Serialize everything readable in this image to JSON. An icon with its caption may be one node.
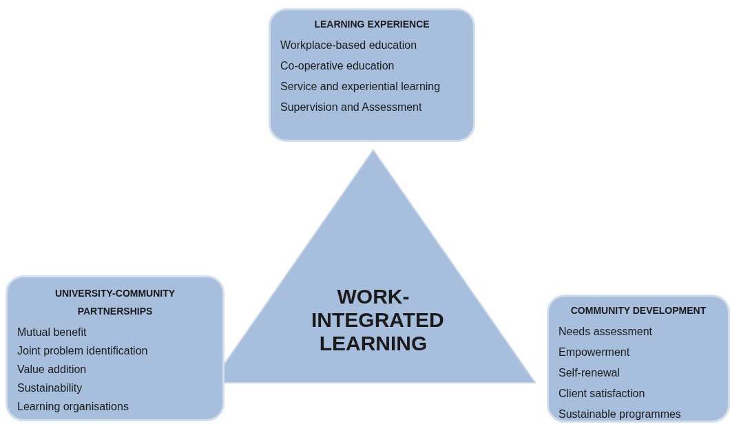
{
  "diagram": {
    "nodes": [
      {
        "text": [
          "LEARNING EXPERIENCE",
          "Workplace-based education",
          "Co-operative education",
          "Service and experiential learning",
          "Supervision and Assessment"
        ]
      },
      {
        "text": [
          "WORK- INTEGRATED LEARNING"
        ]
      },
      {
        "text": [
          "UNIVERSITY-COMMUNITY PARTNERSHIPS",
          "Mutual benefit",
          "Joint problem identification",
          "Value addition",
          "Sustainability",
          "Learning organisations"
        ]
      },
      {
        "text": [
          "COMMUNITY DEVELOPMENT",
          "Needs assessment",
          "Empowerment",
          "Self-renewal",
          "Client satisfaction",
          "Sustainable programmes"
        ]
      }
    ]
  }
}
